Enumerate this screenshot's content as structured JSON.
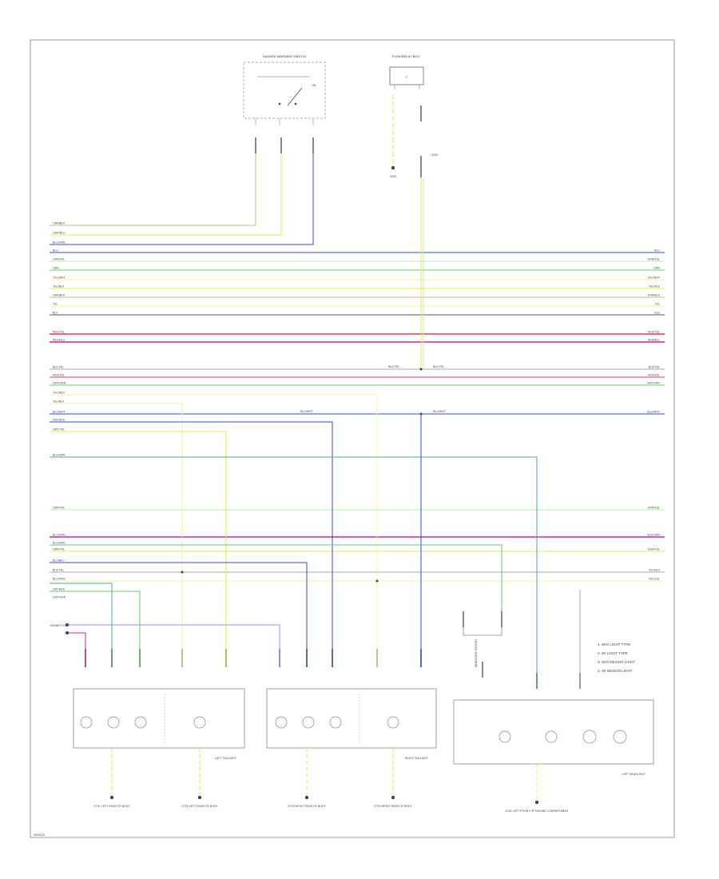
{
  "diagram": {
    "switch_label": "HAZARD WARNING SWITCH",
    "switch_pin": "ON",
    "fuse_label": "FUSE/RELAY BOX",
    "fuse_code": "F",
    "ground_top_label": "G100",
    "splice_top": "S100",
    "left_wire_labels": [
      "GRN/BLK",
      "GRN/BLU",
      "BLU/GRN",
      "BLU",
      "GRN/YEL",
      "GRN",
      "YEL/WHT",
      "YEL/BLK",
      "GRN/BLK",
      "YEL",
      "BLK",
      "RED/YEL",
      "RED/BLU",
      "BLK/YEL",
      "RED/YEL",
      "GRY/GRN",
      "YEL/RED",
      "YEL/BLK",
      "BLU/WHT",
      "GRY/BLK",
      "GRY/YEL",
      "BLU/GRN",
      "GRN/YEL",
      "BLU/GRN",
      "BLU/GRN",
      "GRN/YEL",
      "BLU/BLU",
      "BLK/YEL",
      "BLU/GRN",
      "GRY/BLK",
      "GRY/GRN"
    ],
    "right_wire_labels": [
      "BLU",
      "GRN/YEL",
      "GRN",
      "YEL/WHT",
      "YEL/BLK",
      "GRN/BLK",
      "YEL",
      "BLK",
      "RED/YEL",
      "RED/BLU",
      "BLK/YEL",
      "RED/YEL",
      "GRY/GRN",
      "BLU/WHT",
      "GRN/YEL",
      "BLU/GRN",
      "GRN/YEL",
      "YEL/BLK",
      "YEL/YEL"
    ],
    "mid_labels": [
      "BLK/YEL",
      "BLK/YEL",
      "BLU/WHT",
      "BLU/WHT"
    ],
    "connector_label": "CONNECTOR",
    "left_unit_label": "LEFT TAILLIGHT",
    "right_unit_label": "RIGHT TAILLIGHT",
    "headlight_label": "LEFT HEADLIGHT",
    "headlight_switch_label": "HEADLIGHT SWITCH",
    "bottom_grounds": [
      "G701 LEFT REAR OF BODY",
      "G702 LEFT REAR OF BODY",
      "G703 RIGHT REAR OF BODY",
      "G704 RIGHT REAR OF BODY",
      "G101 LEFT FRONT OF ENGINE COMPARTMENT"
    ],
    "legend_items": [
      "1. W/O LIGHT TYPE",
      "2. W/ LIGHT TYPE",
      "3. W/O DESIGN LIGHT",
      "4. W/ DESIGN LIGHT"
    ],
    "footer_code": "W00001"
  },
  "colors": {
    "frame": "#aaaaaa",
    "blue": "#3344ee",
    "light_blue": "#8899ff",
    "yellow": "#e8e84a",
    "light_yellow": "#f4f4a0",
    "green": "#66cc66",
    "light_green": "#b8ecb0",
    "red": "#ee3355",
    "magenta": "#cc22aa",
    "gray": "#888888",
    "teal": "#44aaaa",
    "brown_tan": "#cdb48a"
  }
}
